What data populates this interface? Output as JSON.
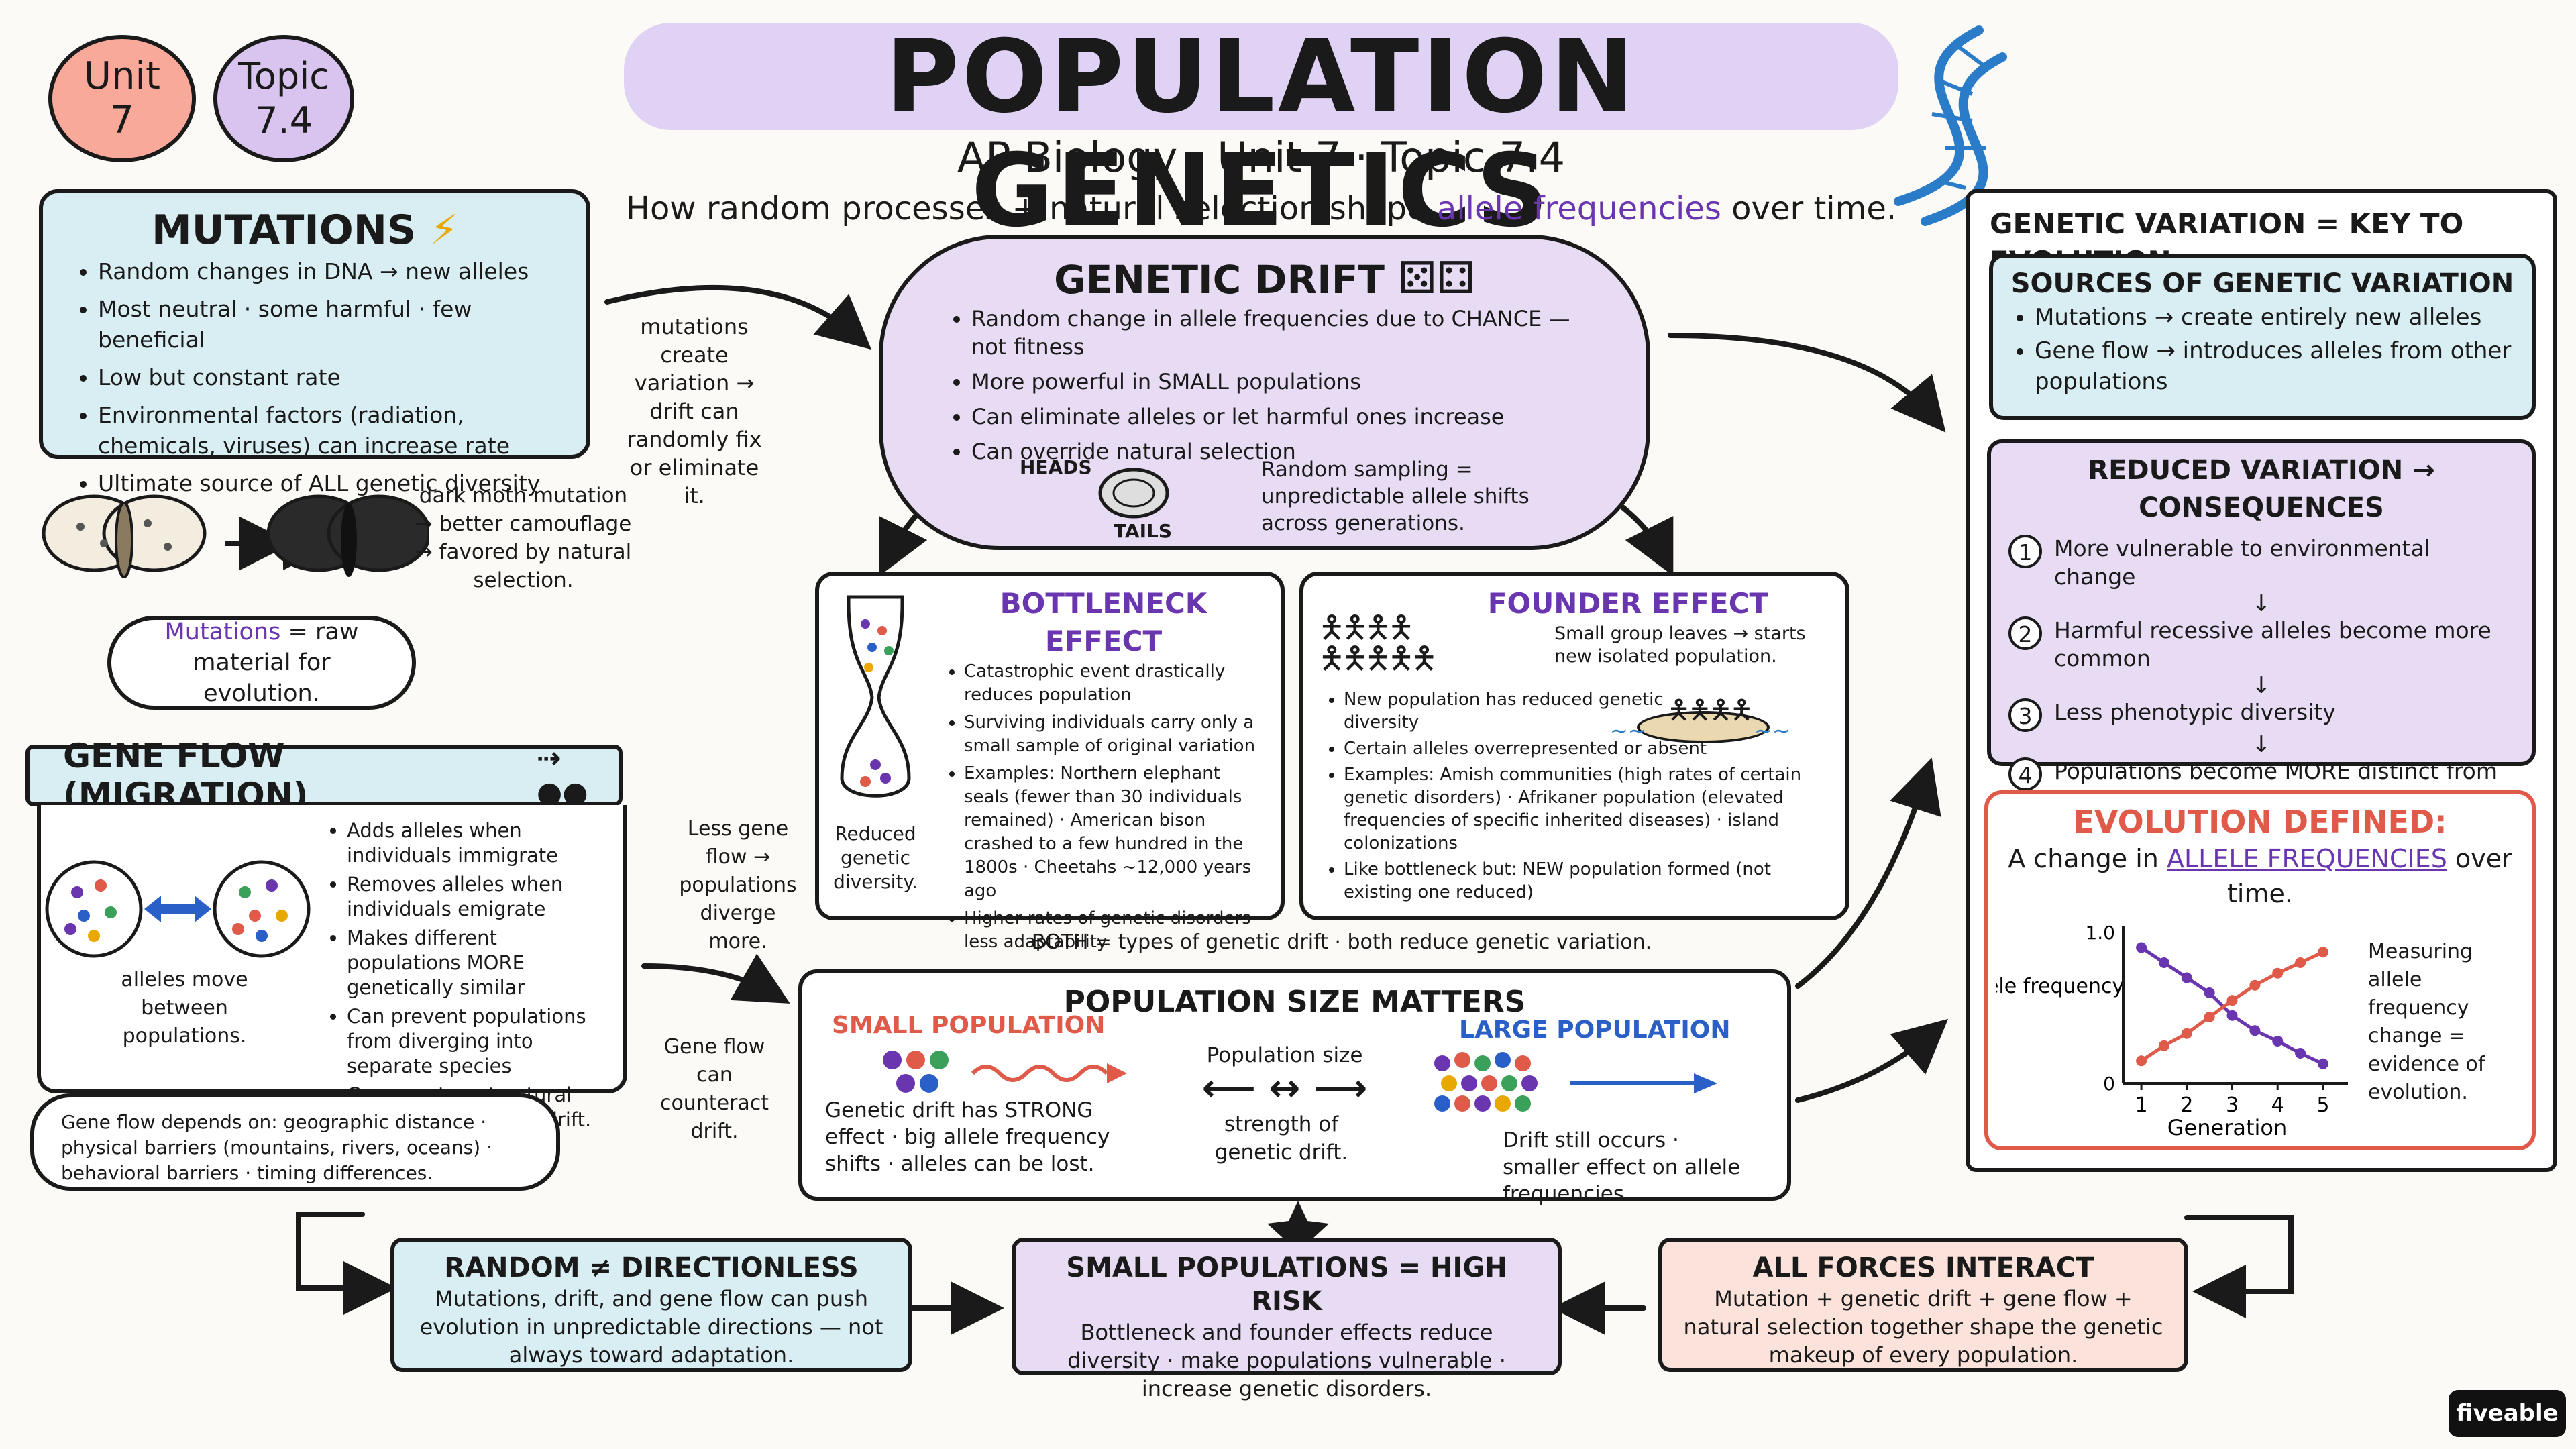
{
  "badges": {
    "unit": "Unit 7",
    "topic": "Topic 7.4"
  },
  "header": {
    "title": "POPULATION GENETICS",
    "subtitle": "AP Biology · Unit 7 · Topic 7.4",
    "tagline_pre": "How random processes + natural selection shape",
    "tagline_hl": "allele frequencies",
    "tagline_post": "over time."
  },
  "mutations": {
    "title": "MUTATIONS",
    "items": [
      "Random changes in DNA → new alleles",
      "Most neutral · some harmful · few beneficial",
      "Low but constant rate",
      "Environmental factors (radiation, chemicals, viruses) can increase rate",
      "Ultimate source of ALL genetic diversity"
    ],
    "moth_note": "dark moth mutation → better camouflage → favored by natural selection.",
    "bubble_hl": "Mutations",
    "bubble_rest": "= raw material for evolution.",
    "side_note": "mutations create variation → drift can randomly fix or eliminate it."
  },
  "drift": {
    "title": "GENETIC DRIFT",
    "items": [
      "Random change in allele frequencies due to CHANCE — not fitness",
      "More powerful in SMALL populations",
      "Can eliminate alleles or let harmful ones increase",
      "Can override natural selection"
    ],
    "heads": "HEADS",
    "tails": "TAILS",
    "sampling": "Random sampling = unpredictable allele shifts across generations."
  },
  "bottleneck": {
    "title": "BOTTLENECK EFFECT",
    "items": [
      "Catastrophic event drastically reduces population",
      "Surviving individuals carry only a small sample of original variation",
      "Examples: Northern elephant seals (fewer than 30 individuals remained) · American bison crashed to a few hundred in the 1800s · Cheetahs ~12,000 years ago",
      "Higher rates of genetic disorders · less adaptability"
    ],
    "caption": "Reduced genetic diversity."
  },
  "founder": {
    "title": "FOUNDER EFFECT",
    "note": "Small group leaves → starts new isolated population.",
    "items": [
      "New population has reduced genetic diversity",
      "Certain alleles overrepresented or absent",
      "Examples: Amish communities (high rates of certain genetic disorders) · Afrikaner population (elevated frequencies of specific inherited diseases) · island colonizations",
      "Like bottleneck but: NEW population formed (not existing one reduced)"
    ]
  },
  "both_note": "BOTH = types of genetic drift · both reduce genetic variation.",
  "gene_flow": {
    "title": "GENE FLOW (MIGRATION)",
    "items": [
      "Adds alleles when individuals immigrate",
      "Removes alleles when individuals emigrate",
      "Makes different populations MORE genetically similar",
      "Can prevent populations from diverging into separate species",
      "Can counteract natural selection or genetic drift."
    ],
    "caption": "alleles move between populations.",
    "bubble": "Gene flow depends on: geographic distance · physical barriers (mountains, rivers, oceans) · behavioral barriers · timing differences.",
    "side_note1": "Less gene flow → populations diverge more.",
    "side_note2": "Gene flow can counteract drift."
  },
  "pop_size": {
    "title": "POPULATION SIZE MATTERS",
    "small_title": "SMALL POPULATION",
    "small_text": "Genetic drift has STRONG effect · big allele frequency shifts · alleles can be lost.",
    "mid_label": "Population size",
    "mid_sub": "strength of genetic drift.",
    "large_title": "LARGE POPULATION",
    "large_text": "Drift still occurs · smaller effect on allele frequencies."
  },
  "right": {
    "title": "GENETIC VARIATION = KEY TO EVOLUTION.",
    "sources_title": "SOURCES OF GENETIC VARIATION",
    "sources": [
      "Mutations → create entirely new alleles",
      "Gene flow → introduces alleles from other populations"
    ],
    "reduced_title": "REDUCED VARIATION → CONSEQUENCES",
    "consequences": [
      "More vulnerable to environmental change",
      "Harmful recessive alleles become more common",
      "Less phenotypic diversity",
      "Populations become MORE distinct from each other"
    ],
    "evo_title": "EVOLUTION DEFINED:",
    "evo_pre": "A change in",
    "evo_hl": "ALLELE FREQUENCIES",
    "evo_post": "over time.",
    "measure_note": "Measuring allele frequency change = evidence of evolution."
  },
  "chart_data": {
    "type": "line",
    "x": [
      1,
      1.5,
      2,
      2.5,
      3,
      3.5,
      4,
      4.5,
      5
    ],
    "series": [
      {
        "values": [
          0.9,
          0.8,
          0.7,
          0.6,
          0.45,
          0.35,
          0.28,
          0.2,
          0.13
        ],
        "color": "#6a36b0"
      },
      {
        "values": [
          0.15,
          0.25,
          0.33,
          0.44,
          0.55,
          0.65,
          0.73,
          0.8,
          0.87
        ],
        "color": "#e05a4a"
      }
    ],
    "xticks": [
      1,
      2,
      3,
      4,
      5
    ],
    "yticks": [
      "1.0",
      "0"
    ],
    "xlabel": "Generation",
    "ylabel": "Allele frequency",
    "ylim": [
      0,
      1
    ],
    "xlim": [
      0.6,
      5.4
    ]
  },
  "bottom": {
    "random_title": "RANDOM ≠ DIRECTIONLESS",
    "random_text": "Mutations, drift, and gene flow can push evolution in unpredictable directions — not always toward adaptation.",
    "risk_title": "SMALL POPULATIONS = HIGH RISK",
    "risk_text": "Bottleneck and founder effects reduce diversity · make populations vulnerable · increase genetic disorders.",
    "forces_title": "ALL FORCES INTERACT",
    "forces_text": "Mutation + genetic drift + gene flow + natural selection together shape the genetic makeup of every population."
  },
  "brand": "fiveable",
  "colors": {
    "accent_purple": "#6a36b0",
    "accent_red": "#e05a4a",
    "accent_blue": "#2b5fc8"
  }
}
